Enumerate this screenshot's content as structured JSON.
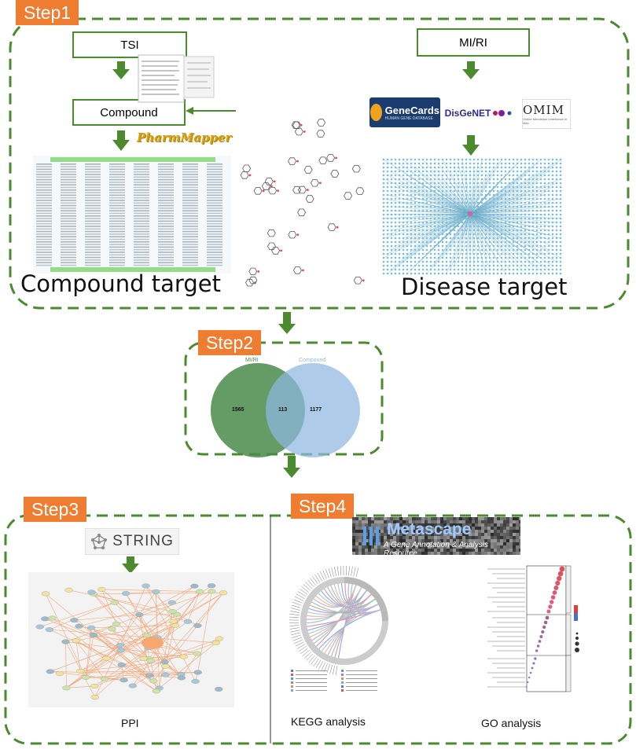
{
  "steps": {
    "step1": "Step1",
    "step2": "Step2",
    "step3": "Step3",
    "step4": "Step4"
  },
  "step1": {
    "tsi": "TSI",
    "miri": "MI/RI",
    "compound": "Compound",
    "pharmmapper": "PharmMapper",
    "genecards": "GeneCards",
    "genecards_sub": "HUMAN GENE DATABASE",
    "disgenet": "DisGeNET",
    "omim": "OMIM",
    "omim_sub": "Online Mendelian Inheritance in Man",
    "compound_target": "Compound target",
    "disease_target": "Disease target"
  },
  "step2": {
    "left_set": "MI/RI",
    "right_set": "Compound",
    "left_only": "1565",
    "overlap": "113",
    "right_only": "1177"
  },
  "step3": {
    "string": "STRING",
    "ppi": "PPI"
  },
  "step4": {
    "metascape": "Metascape",
    "metascape_sub": "A Gene Annotation & Analysis Resource",
    "kegg": "KEGG analysis",
    "go": "GO analysis"
  },
  "colors": {
    "step_tag": "#ee7d31",
    "frame": "#4b8a2f",
    "arrow": "#4b8a2f",
    "venn_left": "#4a8a4a",
    "venn_right": "#8fb8e0"
  }
}
